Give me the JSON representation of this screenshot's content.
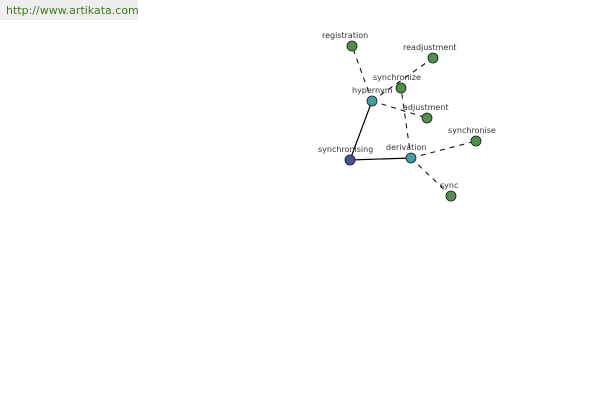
{
  "watermark": {
    "url_text": "http://www.artikata.com"
  },
  "colors": {
    "center": "#4a5599",
    "hub": "#3f9fa3",
    "leaf": "#4f8f4a",
    "url": "#3f7a1f",
    "banner_bg": "#eeeeee"
  },
  "graph": {
    "nodes": [
      {
        "id": "synchronising",
        "label": "synchronising",
        "kind": "center"
      },
      {
        "id": "hypernym",
        "label": "hypernym",
        "kind": "hub"
      },
      {
        "id": "derivation",
        "label": "derivation",
        "kind": "hub"
      },
      {
        "id": "registration",
        "label": "registration",
        "kind": "leaf"
      },
      {
        "id": "readjustment",
        "label": "readjustment",
        "kind": "leaf"
      },
      {
        "id": "synchronize",
        "label": "synchronize",
        "kind": "leaf"
      },
      {
        "id": "adjustment",
        "label": "adjustment",
        "kind": "leaf"
      },
      {
        "id": "synchronise",
        "label": "synchronise",
        "kind": "leaf"
      },
      {
        "id": "sync",
        "label": "sync",
        "kind": "leaf"
      }
    ],
    "edges": [
      {
        "from": "synchronising",
        "to": "hypernym",
        "style": "solid"
      },
      {
        "from": "synchronising",
        "to": "derivation",
        "style": "solid"
      },
      {
        "from": "hypernym",
        "to": "registration",
        "style": "dashed"
      },
      {
        "from": "hypernym",
        "to": "readjustment",
        "style": "dashed"
      },
      {
        "from": "hypernym",
        "to": "adjustment",
        "style": "dashed"
      },
      {
        "from": "derivation",
        "to": "synchronize",
        "style": "dashed"
      },
      {
        "from": "derivation",
        "to": "synchronise",
        "style": "dashed"
      },
      {
        "from": "derivation",
        "to": "sync",
        "style": "dashed"
      }
    ]
  }
}
